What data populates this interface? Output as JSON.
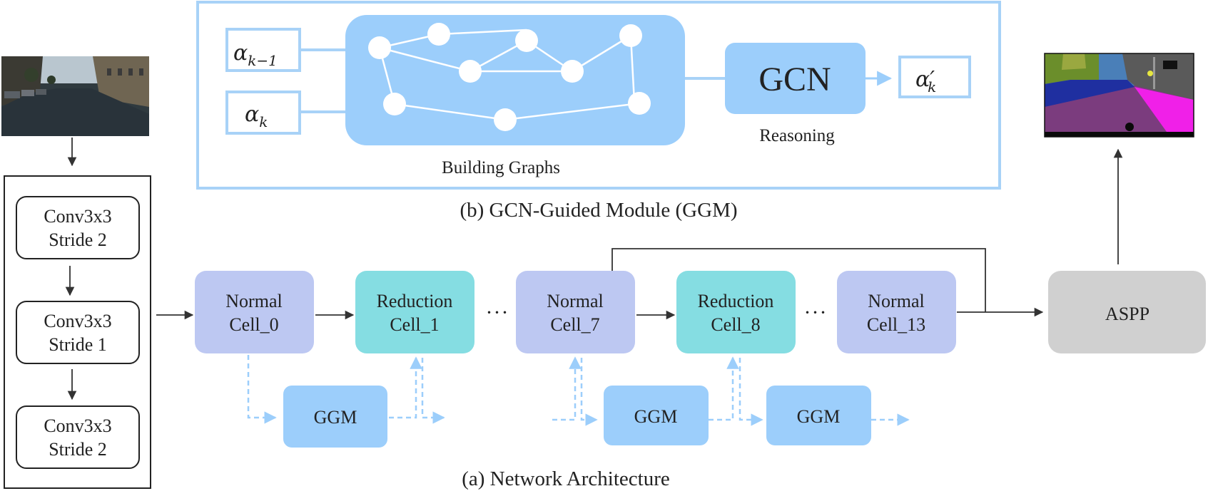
{
  "captions": {
    "network_architecture": "(a) Network Architecture",
    "ggm_module": "(b) GCN-Guided Module (GGM)"
  },
  "stem": [
    {
      "line1": "Conv3x3",
      "line2": "Stride 2"
    },
    {
      "line1": "Conv3x3",
      "line2": "Stride 1"
    },
    {
      "line1": "Conv3x3",
      "line2": "Stride 2"
    }
  ],
  "cells": [
    {
      "line1": "Normal",
      "line2": "Cell_0"
    },
    {
      "line1": "Reduction",
      "line2": "Cell_1"
    },
    {
      "line1": "Normal",
      "line2": "Cell_7"
    },
    {
      "line1": "Reduction",
      "line2": "Cell_8"
    },
    {
      "line1": "Normal",
      "line2": "Cell_13"
    }
  ],
  "ellipsis": "···",
  "ggm_label": "GGM",
  "aspp_label": "ASPP",
  "module": {
    "alpha_prev": {
      "base": "α",
      "sub": "k−1"
    },
    "alpha_curr": {
      "base": "α",
      "sub": "k"
    },
    "alpha_out": {
      "base": "α",
      "prime": "′",
      "sub": "k"
    },
    "gcn_label": "GCN",
    "reasoning_label": "Reasoning",
    "building_graphs_label": "Building Graphs"
  },
  "images": {
    "input": "street-photo",
    "output": "segmentation-map"
  },
  "colors": {
    "normal_cell": "#bdc8f2",
    "reduction_cell": "#85dde2",
    "ggm": "#9ccefb",
    "aspp": "#d0d0d0",
    "module_border": "#a8d2f7",
    "dashed_arrow": "#9ccefb"
  }
}
